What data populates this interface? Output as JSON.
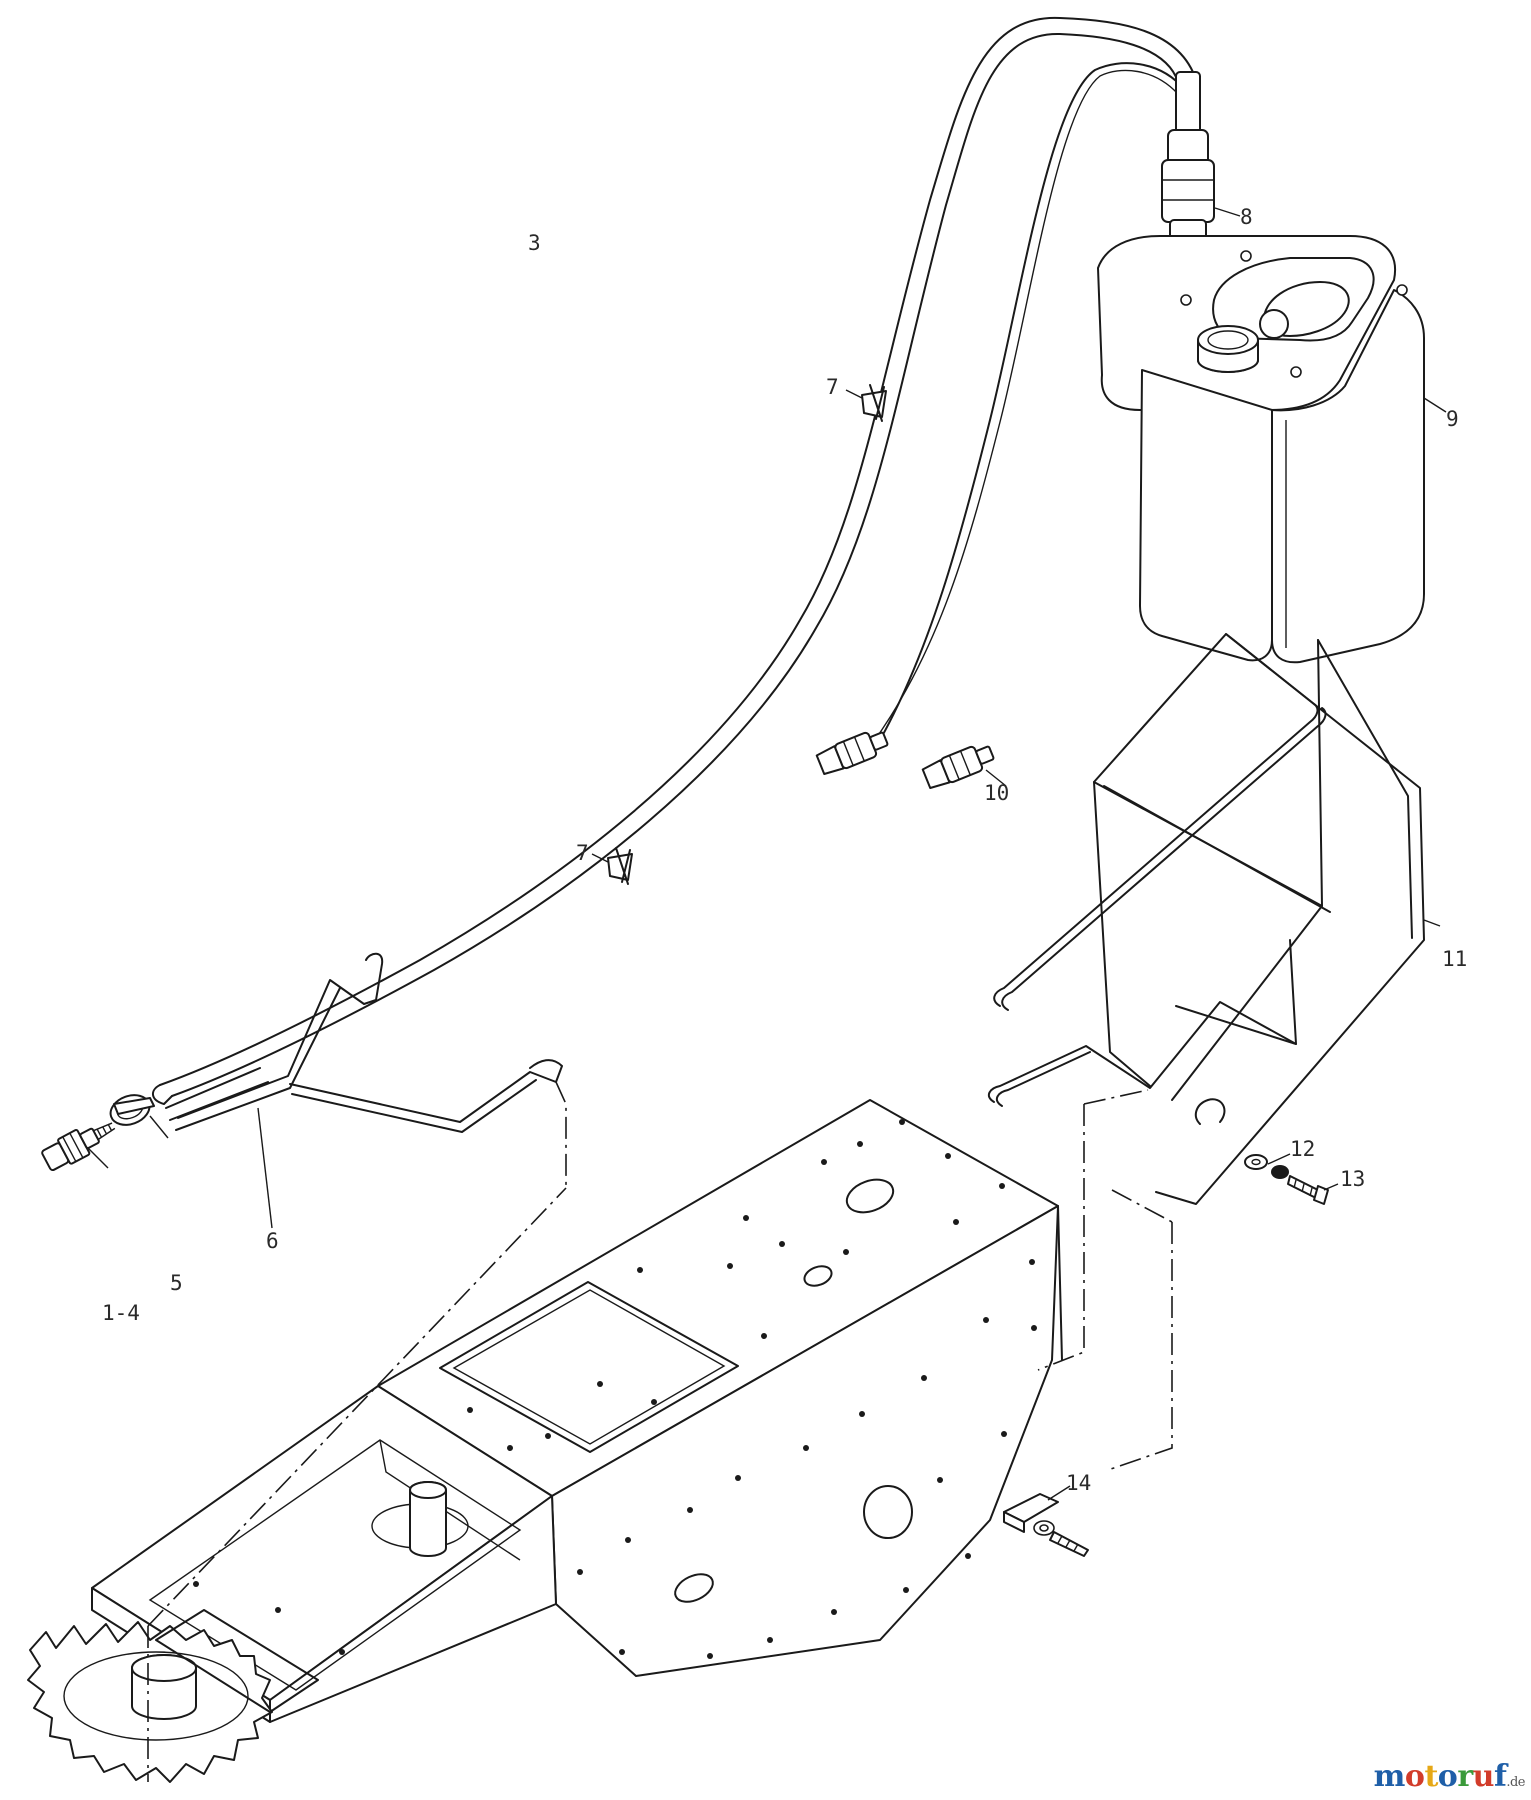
{
  "labels": {
    "stray_mark": "3",
    "part_8": "8",
    "part_9": "9",
    "part_7a": "7",
    "part_7b": "7",
    "part_10": "10",
    "part_11": "11",
    "part_12": "12",
    "part_13": "13",
    "part_6": "6",
    "part_5": "5",
    "part_1_4": "1-4",
    "part_14": "14"
  },
  "watermark": {
    "letters": [
      "m",
      "o",
      "t",
      "o",
      "r",
      "u",
      "f"
    ],
    "colors": [
      "#1f5fa8",
      "#d23c2a",
      "#e6a817",
      "#1f5fa8",
      "#3a9a3a",
      "#d23c2a",
      "#1f5fa8"
    ],
    "suffix": ".de"
  }
}
